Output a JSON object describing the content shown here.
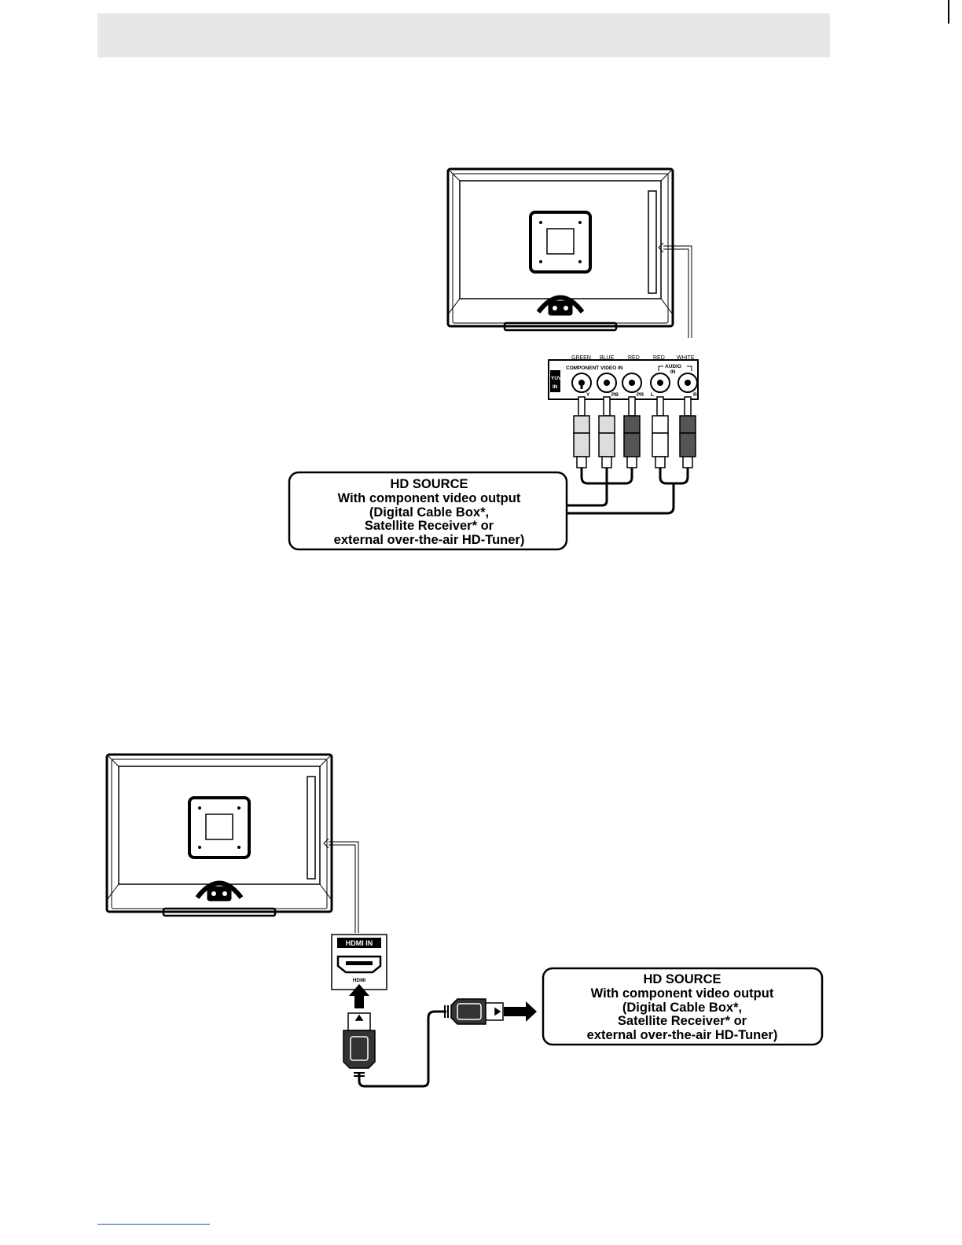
{
  "component_diagram": {
    "color_labels": [
      "GREEN",
      "BLUE",
      "RED",
      "RED",
      "WHITE"
    ],
    "panel_title": "COMPONENT VIDEO IN",
    "audio_label_1": "AUDIO",
    "audio_label_2": "IN",
    "ypbpr_label_1": "YUV",
    "ypbpr_label_2": "IN",
    "jack_labels": [
      "Y",
      "PB",
      "PR",
      "L",
      "R"
    ],
    "source_box": {
      "lines": [
        "HD SOURCE",
        "With component video output",
        "(Digital Cable Box*,",
        "Satellite Receiver* or",
        "external over-the-air HD-Tuner)"
      ]
    }
  },
  "hdmi_diagram": {
    "port_title": "HDMI IN",
    "port_label": "HDMI",
    "source_box": {
      "lines": [
        "HD SOURCE",
        "With component video output",
        "(Digital Cable Box*,",
        "Satellite Receiver* or",
        "external over-the-air HD-Tuner)"
      ]
    }
  },
  "colors": {
    "header_band": "#e6e7e8",
    "footer_rule": "#2a4fd0",
    "plug_dark": "#555555",
    "plug_light": "#dddddd"
  }
}
